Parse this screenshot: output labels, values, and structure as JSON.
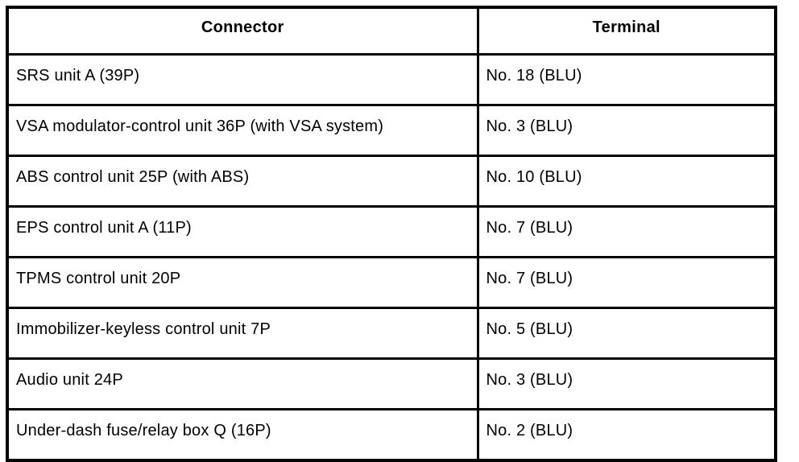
{
  "colors": {
    "border": "#000000",
    "background": "#ffffff",
    "text": "#000000"
  },
  "table": {
    "columns": [
      {
        "label": "Connector"
      },
      {
        "label": "Terminal"
      }
    ],
    "rows": [
      {
        "connector": "SRS unit A (39P)",
        "terminal": "No. 18 (BLU)"
      },
      {
        "connector": "VSA modulator-control unit 36P (with VSA system)",
        "terminal": "No. 3 (BLU)"
      },
      {
        "connector": "ABS control unit 25P (with ABS)",
        "terminal": "No. 10 (BLU)"
      },
      {
        "connector": "EPS control unit A (11P)",
        "terminal": "No. 7 (BLU)"
      },
      {
        "connector": "TPMS control unit 20P",
        "terminal": "No. 7 (BLU)"
      },
      {
        "connector": "Immobilizer-keyless control unit 7P",
        "terminal": "No. 5 (BLU)"
      },
      {
        "connector": "Audio unit 24P",
        "terminal": "No. 3 (BLU)"
      },
      {
        "connector": "Under-dash fuse/relay box Q (16P)",
        "terminal": "No. 2 (BLU)"
      }
    ]
  }
}
